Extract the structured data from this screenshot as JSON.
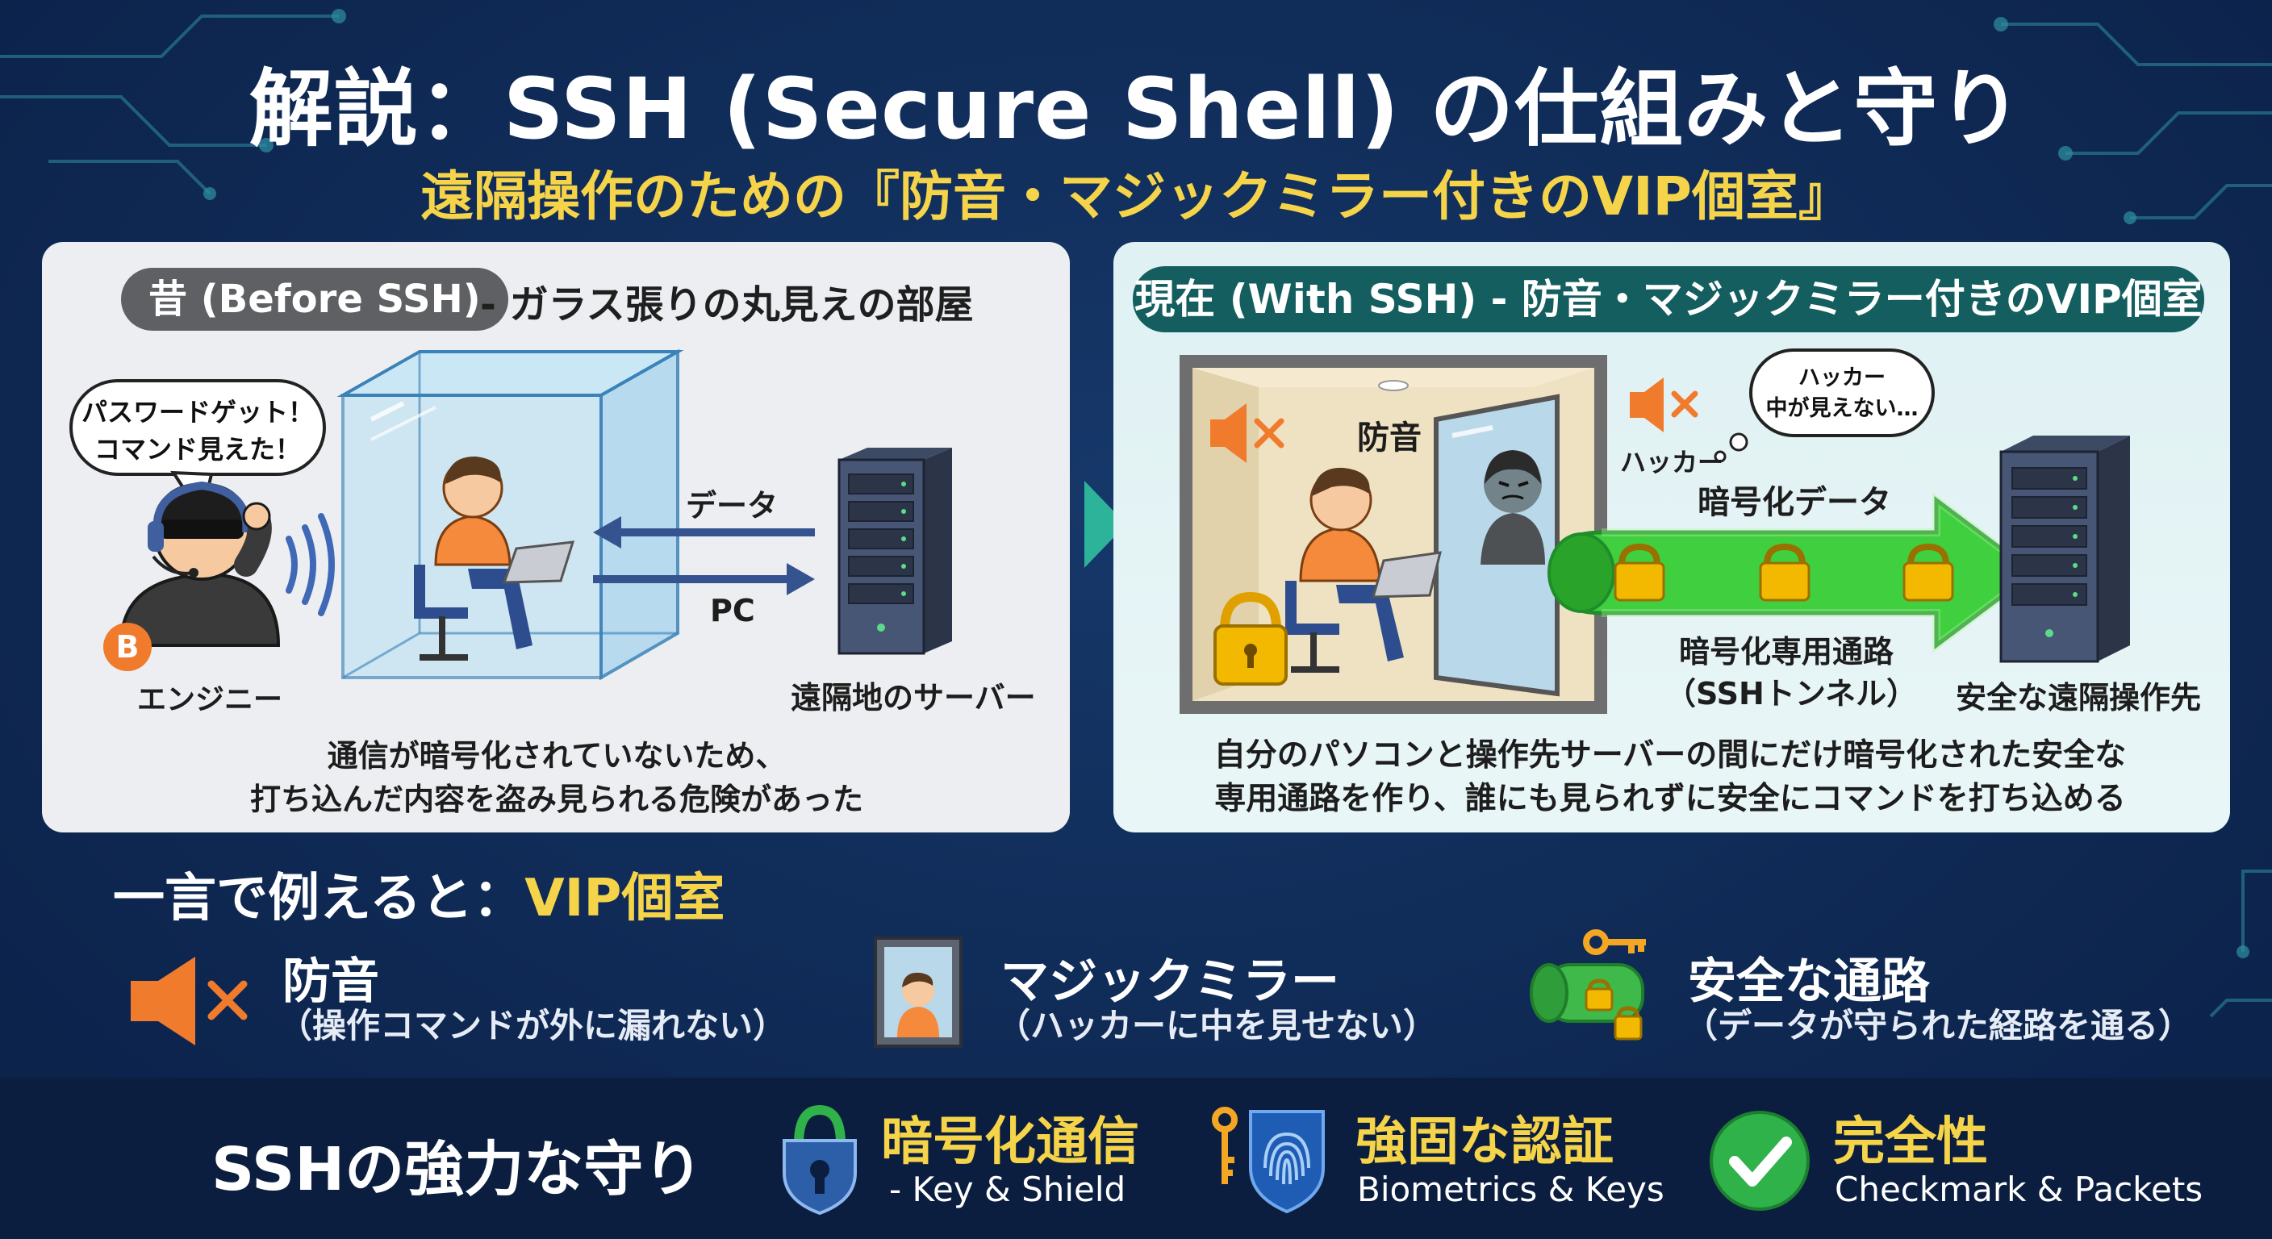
{
  "title": "解説：SSH (Secure Shell) の仕組みと守り",
  "subtitle": "遠隔操作のための『防音・マジックミラー付きのVIP個室』",
  "before": {
    "pill": "昔 (Before SSH)",
    "heading_rest": "- ガラス張りの丸見えの部屋",
    "bubble_line1": "パスワードゲット！",
    "bubble_line2": "コマンド見えた！",
    "badge": "B",
    "engineer_label": "エンジニー",
    "data_label": "データ",
    "pc_label": "PC",
    "server_label": "遠隔地のサーバー",
    "caption_line1": "通信が暗号化されていないため、",
    "caption_line2": "打ち込んだ内容を盗み見られる危険があった"
  },
  "after": {
    "pill": "現在 (With SSH) - 防音・マジックミラー付きのVIP個室",
    "soundproof_label": "防音",
    "hacker_label": "ハッカー",
    "thought_line1": "ハッカー",
    "thought_line2": "中が見えない…",
    "encrypted_data_label": "暗号化データ",
    "tunnel_line1": "暗号化専用通路",
    "tunnel_line2": "（SSHトンネル）",
    "dest_label": "安全な遠隔操作先",
    "caption_line1": "自分のパソコンと操作先サーバーの間にだけ暗号化された安全な",
    "caption_line2": "専用通路を作り、誰にも見られずに安全にコマンドを打ち込める"
  },
  "analogy": {
    "heading_prefix": "一言で例えると：",
    "heading_highlight": "VIP個室",
    "items": [
      {
        "label": "防音",
        "sub": "（操作コマンドが外に漏れない）",
        "icon": "muted-speaker-icon"
      },
      {
        "label": "マジックミラー",
        "sub": "（ハッカーに中を見せない）",
        "icon": "mirror-icon"
      },
      {
        "label": "安全な通路",
        "sub": "（データが守られた経路を通る）",
        "icon": "tunnel-key-icon"
      }
    ]
  },
  "footer": {
    "title": "SSHの強力な守り",
    "items": [
      {
        "label": "暗号化通信",
        "sub": "- Key & Shield",
        "icon": "lock-shield-icon"
      },
      {
        "label": "強固な認証",
        "sub": "Biometrics & Keys",
        "icon": "fingerprint-key-icon"
      },
      {
        "label": "完全性",
        "sub": "Checkmark & Packets",
        "icon": "checkmark-icon"
      }
    ]
  },
  "colors": {
    "background": "#0f2a55",
    "accent_yellow": "#f5d44a",
    "teal": "#145e5f",
    "tunnel_green": "#3fcf3f",
    "hacker_orange": "#f07b2c",
    "person_orange": "#f58a3c"
  }
}
